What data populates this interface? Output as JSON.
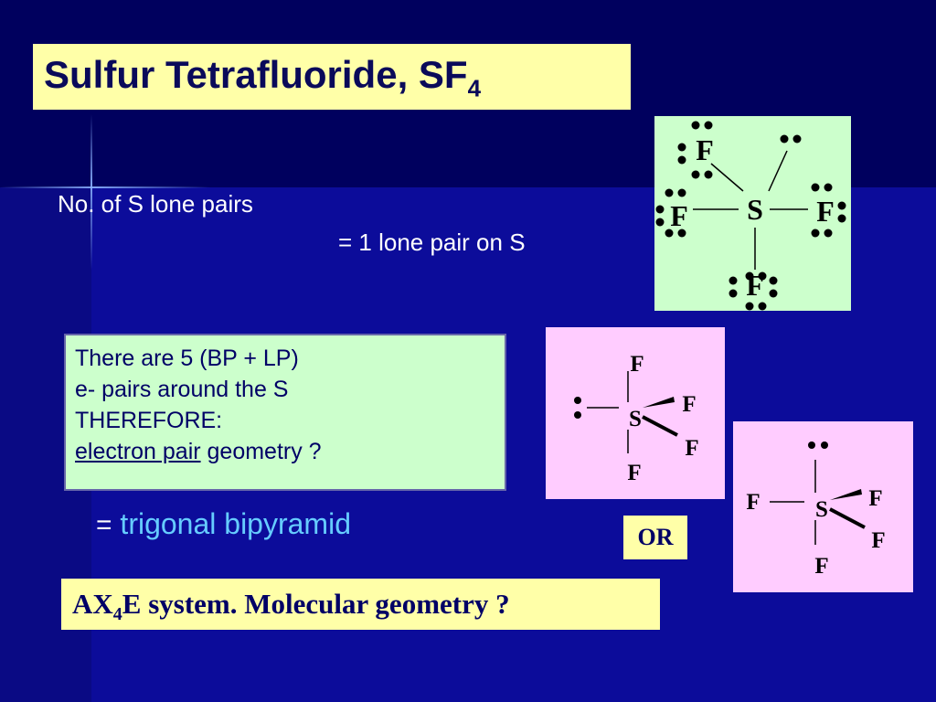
{
  "title": {
    "main": "Sulfur Tetrafluoride, SF",
    "subscript": "4"
  },
  "lone_pairs": {
    "question": "No. of  S lone pairs",
    "answer": "= 1 lone  pair on S"
  },
  "lewis": {
    "central": "S",
    "ligand": "F"
  },
  "bp_box": {
    "line1": "There are  5 (BP + LP)",
    "line2": "e- pairs around the S",
    "line3": "THEREFORE:",
    "line4_underlined": "electron pair",
    "line4_rest": " geometry ?"
  },
  "answer": {
    "equals": "=",
    "text": "trigonal bipyramid"
  },
  "structure1": {
    "central": "S",
    "ligand": "F"
  },
  "structure2": {
    "central": "S",
    "ligand": "F"
  },
  "or_label": "OR",
  "ax_system": {
    "prefix": "AX",
    "subscript": "4",
    "suffix": "E system.   Molecular geometry ?"
  }
}
